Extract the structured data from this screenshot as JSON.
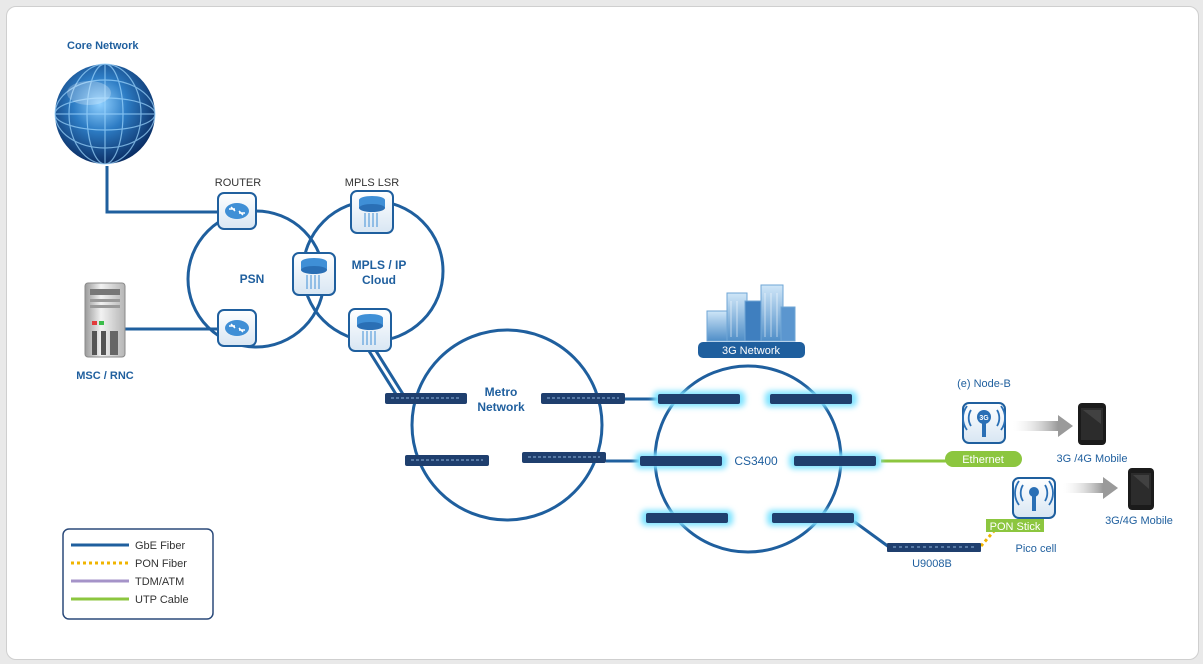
{
  "labels": {
    "core_network": "Core Network",
    "router": "ROUTER",
    "mpls_lsr": "MPLS LSR",
    "psn": "PSN",
    "mpls_ip_line1": "MPLS / IP",
    "mpls_ip_line2": "Cloud",
    "msc_rnc": "MSC / RNC",
    "metro_line1": "Metro",
    "metro_line2": "Network",
    "network_3g": "3G Network",
    "cs3400": "CS3400",
    "node_b": "(e) Node-B",
    "ethernet": "Ethernet",
    "mobile_1": "3G /4G Mobile",
    "mobile_2": "3G/4G Mobile",
    "pon_stick": "PON Stick",
    "pico_cell": "Pico cell",
    "u9008b": "U9008B",
    "badge_3g": "3G"
  },
  "legend": [
    {
      "label": "GbE Fiber",
      "color": "#1f5f9e",
      "style": "solid"
    },
    {
      "label": "PON Fiber",
      "color": "#f0b400",
      "style": "dotted"
    },
    {
      "label": "TDM/ATM",
      "color": "#a593c8",
      "style": "solid"
    },
    {
      "label": "UTP Cable",
      "color": "#8cc63f",
      "style": "solid"
    }
  ],
  "colors": {
    "gbe": "#1f5f9e",
    "pon": "#f0b400",
    "utp": "#8cc63f",
    "label_blue": "#1f5f9e",
    "badge": "#1f5f9e",
    "glow": "#7fe3ff"
  }
}
